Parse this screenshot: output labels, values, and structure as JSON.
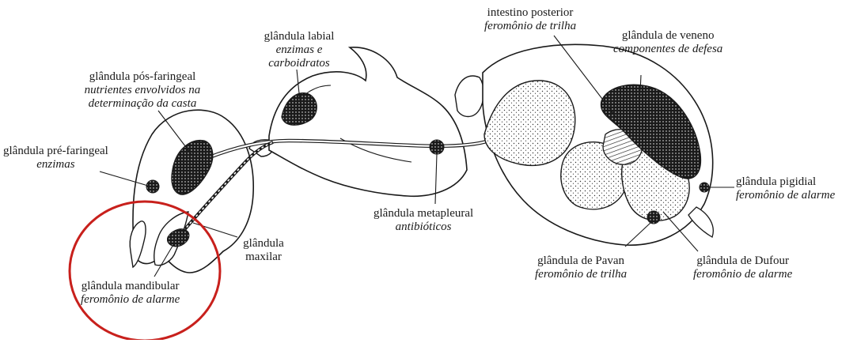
{
  "colors": {
    "ink": "#1a1a1a",
    "highlight_circle": "#c8201c"
  },
  "labels": {
    "intestino_posterior": {
      "name": "intestino posterior",
      "function": "feromônio de trilha"
    },
    "glandula_labial": {
      "name": "glândula labial",
      "function": "enzimas e carboidratos"
    },
    "glandula_pos_faringeal": {
      "name": "glândula pós-faringeal",
      "function": "nutrientes envolvidos na determinação da casta"
    },
    "glandula_pre_faringeal": {
      "name": "glândula pré-faringeal",
      "function": "enzimas"
    },
    "glandula_veneno": {
      "name": "glândula de veneno",
      "function": "componentes de defesa"
    },
    "glandula_pigidial": {
      "name": "glândula pigidial",
      "function": "feromônio de alarme"
    },
    "glandula_metapleural": {
      "name": "glândula metapleural",
      "function": "antibióticos"
    },
    "glandula_maxilar": {
      "name": "glândula maxilar"
    },
    "glandula_mandibular": {
      "name": "glândula mandibular",
      "function": "feromônio de alarme"
    },
    "glandula_pavan": {
      "name": "glândula de Pavan",
      "function": "feromônio de trilha"
    },
    "glandula_dufour": {
      "name": "glândula de Dufour",
      "function": "feromônio de alarme"
    }
  }
}
